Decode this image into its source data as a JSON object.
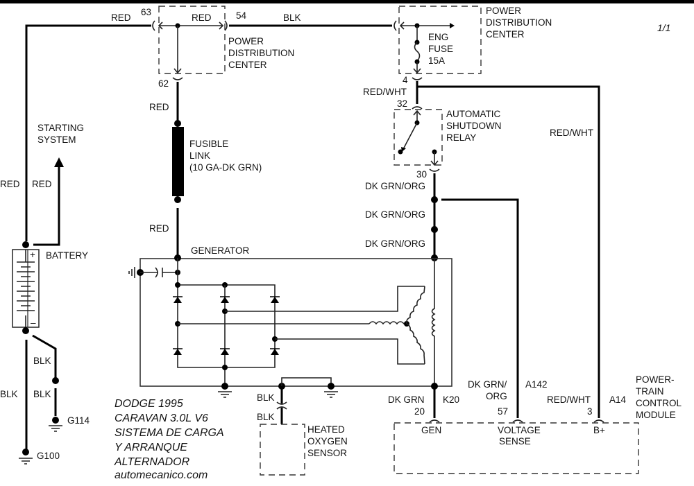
{
  "page": {
    "indicator": "1/1"
  },
  "title_block": {
    "lines": [
      "DODGE  1995",
      "CARAVAN 3.0L V6",
      "SISTEMA DE CARGA",
      "Y ARRANQUE",
      "ALTERNADOR",
      "automecanico.com"
    ]
  },
  "components": {
    "pdc_left": {
      "lines": [
        "POWER",
        "DISTRIBUTION",
        "CENTER"
      ],
      "pin_in": "63",
      "pin_out": "54",
      "pin_down": "62",
      "internal_wire": "RED"
    },
    "pdc_right": {
      "lines": [
        "POWER",
        "DISTRIBUTION",
        "CENTER"
      ],
      "fuse": [
        "ENG",
        "FUSE",
        "15A"
      ],
      "pin_out": "4"
    },
    "asd_relay": {
      "lines": [
        "AUTOMATIC",
        "SHUTDOWN",
        "RELAY"
      ],
      "pin_in": "32",
      "pin_out": "30"
    },
    "fusible_link": {
      "lines": [
        "FUSIBLE",
        "LINK",
        "(10 GA-DK GRN)"
      ]
    },
    "starting_system": {
      "lines": [
        "STARTING",
        "SYSTEM"
      ]
    },
    "battery": {
      "label": "BATTERY",
      "plus": "+",
      "minus": "–"
    },
    "generator": {
      "label": "GENERATOR"
    },
    "o2_sensor": {
      "lines": [
        "HEATED",
        "OXYGEN",
        "SENSOR"
      ]
    },
    "pcm": {
      "lines": [
        "POWER-",
        "TRAIN",
        "CONTROL",
        "MODULE"
      ],
      "pins": [
        {
          "name": "GEN",
          "pin": "20",
          "circuit": "K20",
          "wire": "DK GRN"
        },
        {
          "name_lines": [
            "VOLTAGE",
            "SENSE"
          ],
          "pin": "57",
          "circuit": "A142",
          "wire_lines": [
            "DK GRN/",
            "ORG"
          ]
        },
        {
          "name": "B+",
          "pin": "3",
          "circuit": "A14",
          "wire": "RED/WHT"
        }
      ]
    },
    "grounds": {
      "g114": "G114",
      "g100": "G100"
    }
  },
  "wires": {
    "red_top": "RED",
    "blk_top": "BLK",
    "red_62": "RED",
    "red_gen": "RED",
    "red_left": "RED",
    "red_start": "RED",
    "redwht_4": "RED/WHT",
    "redwht_right": "RED/WHT",
    "dkgrnorg_1": "DK GRN/ORG",
    "dkgrnorg_2": "DK GRN/ORG",
    "dkgrnorg_3": "DK GRN/ORG",
    "blk_bat1": "BLK",
    "blk_bat2": "BLK",
    "blk_g100": "BLK",
    "blk_o2a": "BLK",
    "blk_o2b": "BLK"
  }
}
